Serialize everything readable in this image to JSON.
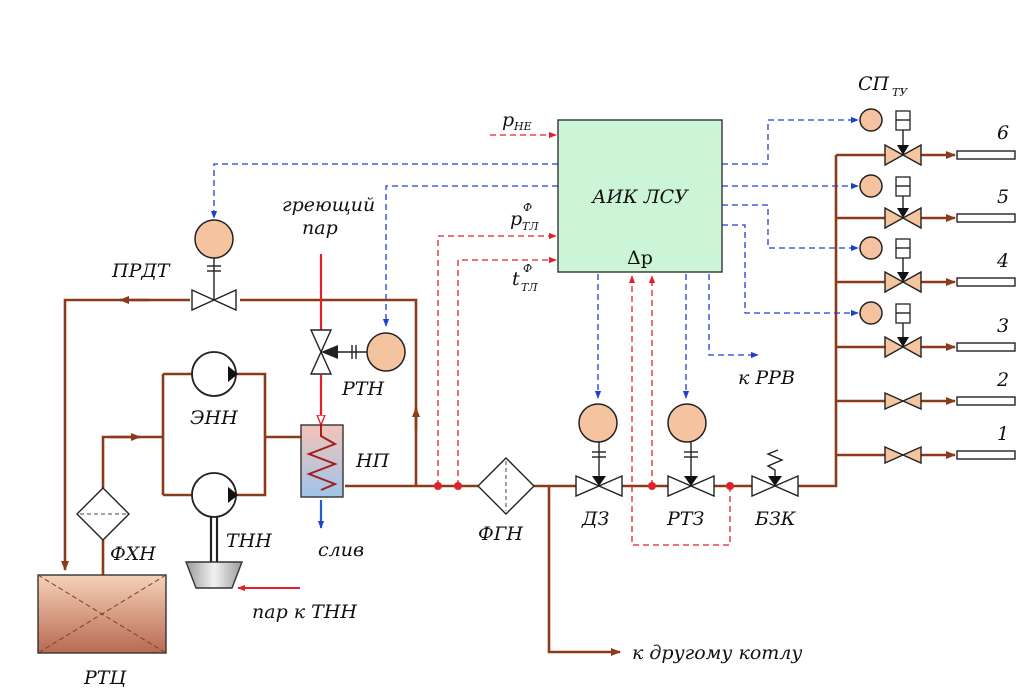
{
  "labels": {
    "control_system": "АИК ЛСУ",
    "delta_p": "Δp",
    "p_ne": "p",
    "p_ne_sub": "НЕ",
    "p_tl": "p",
    "p_tl_sub": "ТЛ",
    "p_tl_sup": "Ф",
    "t_tl": "t",
    "t_tl_sub": "ТЛ",
    "t_tl_sup": "Ф",
    "sp_ty": "СП",
    "sp_ty_sub": "ТУ",
    "prdt": "ПРДТ",
    "heating_steam_1": "греющий",
    "heating_steam_2": "пар",
    "rtn": "РТН",
    "enn": "ЭНН",
    "np": "НП",
    "drain": "слив",
    "tnn": "ТНН",
    "steam_to_tnn": "пар к ТНН",
    "fhn": "ФХН",
    "rtc": "РТЦ",
    "fgn": "ФГН",
    "dz": "ДЗ",
    "rtz": "РТЗ",
    "bzk": "БЗК",
    "to_rrv": "к РРВ",
    "to_other_boiler": "к другому котлу"
  },
  "outlets": [
    "6",
    "5",
    "4",
    "3",
    "2",
    "1"
  ],
  "colors": {
    "pipe": "#8b3a1a",
    "control_signal": "#1f3fd0",
    "measurement_signal": "#e0202a",
    "control_box": "#ccf5d8",
    "actuator": "#f6c3a0"
  }
}
